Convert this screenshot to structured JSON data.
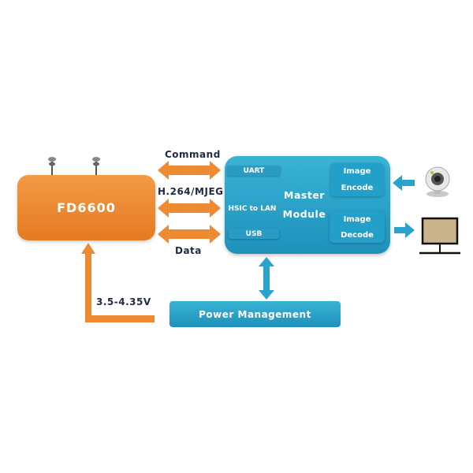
{
  "chip": {
    "label": "FD6600"
  },
  "links": {
    "command": "Command",
    "video": "H.264/MJEG",
    "data": "Data"
  },
  "master": {
    "title_line1": "Master",
    "title_line2": "Module",
    "interfaces": [
      "UART",
      "HSIC to LAN",
      "USB"
    ],
    "encode": {
      "line1": "Image",
      "line2": "Encode"
    },
    "decode": {
      "line1": "Image",
      "line2": "Decode"
    }
  },
  "power": {
    "label": "Power Management",
    "voltage": "3.5-4.35V"
  },
  "colors": {
    "orange": "#ee8a32",
    "blue": "#2aa3cc"
  }
}
